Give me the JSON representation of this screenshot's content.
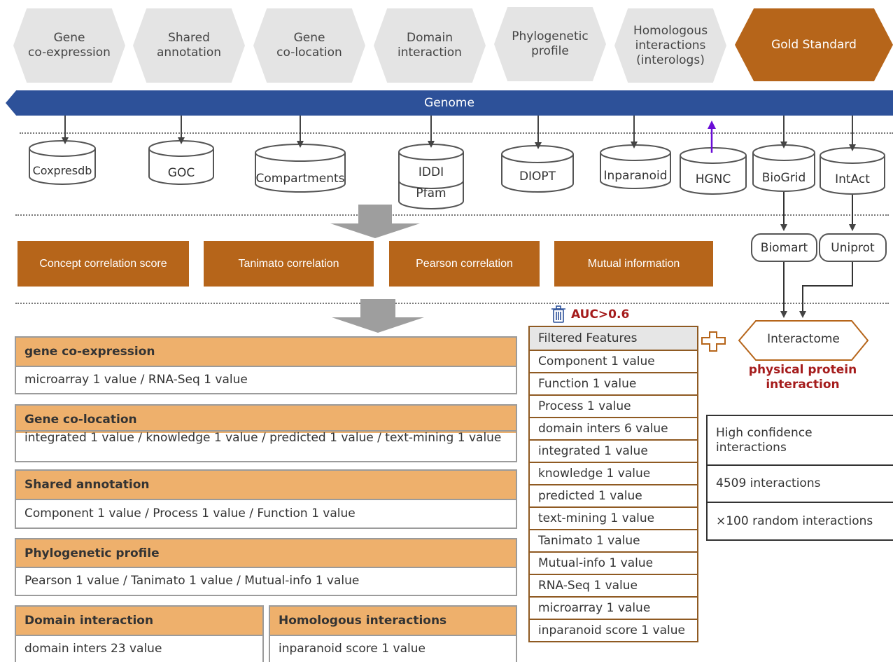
{
  "top_hexagons": [
    {
      "label": "Gene\nco-expression"
    },
    {
      "label": "Shared\nannotation"
    },
    {
      "label": "Gene\nco-location"
    },
    {
      "label": "Domain\ninteraction"
    },
    {
      "label": "Phylogenetic\nprofile"
    },
    {
      "label": "Homologous\ninteractions\n(interologs)"
    },
    {
      "label": "Gold Standard"
    }
  ],
  "genome_label": "Genome",
  "databases": {
    "coxpresdb": "Coxpresdb",
    "goc": "GOC",
    "compartments": "Compartments",
    "iddi": "IDDI",
    "pfam": "Pfam",
    "diopt": "DIOPT",
    "inparanoid": "Inparanoid",
    "hgnc": "HGNC",
    "biogrid": "BioGrid",
    "intact": "IntAct"
  },
  "metrics": [
    "Concept correlation score",
    "Tanimato correlation",
    "Pearson correlation",
    "Mutual information"
  ],
  "mappers": {
    "biomart": "Biomart",
    "uniprot": "Uniprot"
  },
  "feature_groups": [
    {
      "title": "gene co-expression",
      "body": "microarray 1 value / RNA-Seq 1 value"
    },
    {
      "title": "Gene co-location",
      "body": "integrated 1 value / knowledge 1 value / predicted 1 value / text-mining 1 value"
    },
    {
      "title": "Shared annotation",
      "body": "Component 1 value / Process 1 value / Function 1 value"
    },
    {
      "title": "Phylogenetic profile",
      "body": "Pearson 1 value / Tanimato 1 value / Mutual-info 1 value"
    },
    {
      "title": "Domain interaction",
      "body": "domain inters 23 value"
    },
    {
      "title": "Homologous interactions",
      "body": "inparanoid score 1 value"
    }
  ],
  "filter": {
    "threshold": "AUC>0.6",
    "header": "Filtered Features",
    "items": [
      "Component 1 value",
      "Function 1 value",
      "Process 1 value",
      "domain inters 6 value",
      "integrated 1 value",
      "knowledge 1 value",
      "predicted 1 value",
      "text-mining 1 value",
      "Tanimato 1 value",
      "Mutual-info 1 value",
      "RNA-Seq 1 value",
      "microarray 1 value",
      "inparanoid score 1 value"
    ]
  },
  "interactome": {
    "label": "Interactome",
    "caption": "physical protein\ninteraction"
  },
  "confidence_table": [
    "High confidence\ninteractions",
    "4509 interactions",
    "×100 random interactions"
  ],
  "colors": {
    "gold": "#b6651a",
    "genome_blue": "#2d5199",
    "feature_header": "#eeb06c",
    "hex_gray": "#e4e4e4",
    "auc_red": "#a51c1c",
    "hgnc_arrow": "#6a0dd6"
  },
  "icons": [
    "trash-icon",
    "plus-icon",
    "down-arrow-icon",
    "up-arrow-icon"
  ]
}
